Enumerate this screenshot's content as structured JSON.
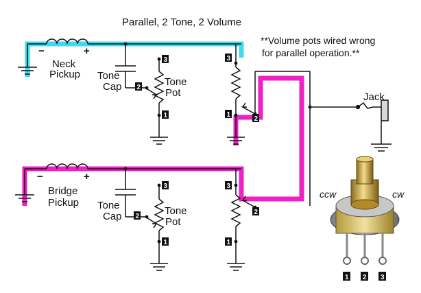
{
  "title": "Parallel, 2 Tone, 2 Volume",
  "note": {
    "line1": "**Volume pots wired wrong",
    "line2": "for parallel operation.**"
  },
  "neck": {
    "pickup_line1": "Neck",
    "pickup_line2": "Pickup",
    "minus": "−",
    "plus": "+",
    "cap_line1": "Tone",
    "cap_line2": "Cap",
    "pot_line1": "Tone",
    "pot_line2": "Pot",
    "tone_pins": [
      "3",
      "2",
      "1"
    ],
    "vol_pins": [
      "3",
      "1",
      "2"
    ]
  },
  "bridge": {
    "pickup_line1": "Bridge",
    "pickup_line2": "Pickup",
    "minus": "−",
    "plus": "+",
    "cap_line1": "Tone",
    "cap_line2": "Cap",
    "pot_line1": "Tone",
    "pot_line2": "Pot",
    "tone_pins": [
      "3",
      "2",
      "1"
    ],
    "vol_pins": [
      "3",
      "2",
      "1"
    ]
  },
  "jack_label": "Jack",
  "pot_photo": {
    "ccw": "ccw",
    "cw": "cw",
    "pins": [
      "1",
      "2",
      "3"
    ]
  },
  "colors": {
    "neck_highlight": "#3fd9f0",
    "bridge_highlight": "#ee22c4",
    "wire": "#111111"
  }
}
